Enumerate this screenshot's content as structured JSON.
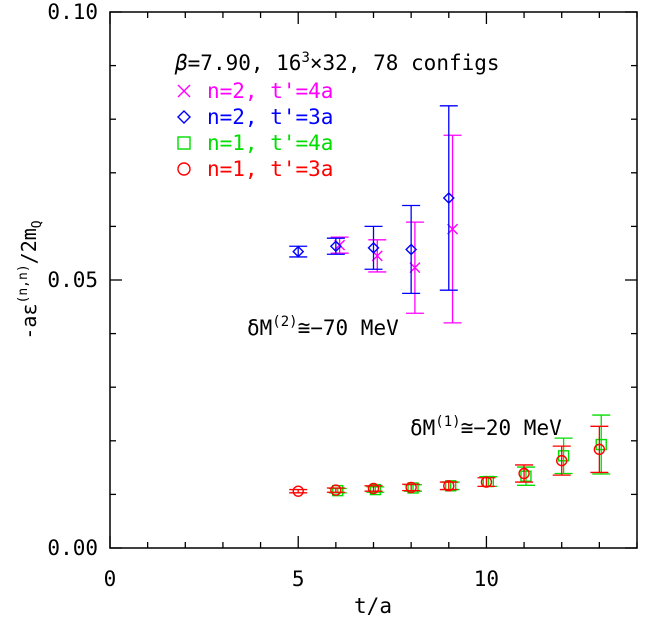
{
  "chart_data": {
    "type": "scatter",
    "title": "",
    "xlabel": "t/a",
    "ylabel_parts": {
      "base": "-aε",
      "sup": "(n,n)",
      "mid": "/2m",
      "sub": "Q"
    },
    "xlim": [
      0,
      14
    ],
    "ylim": [
      0.0,
      0.1
    ],
    "x_ticks": [
      0,
      5,
      10
    ],
    "y_ticks": [
      "0.00",
      "0.05",
      "0.10"
    ],
    "grid": false,
    "legend_position": "top-left",
    "legend_header_parts": {
      "beta": "β",
      "text1": "=7.90, 16",
      "sup": "3",
      "text2": "×32, 78 configs"
    },
    "series": [
      {
        "name": "n=2, t'=4a",
        "marker": "cross",
        "color": "#ff00ff",
        "points": [
          [
            6.1,
            0.0565,
            0.0015
          ],
          [
            7.1,
            0.0545,
            0.003
          ],
          [
            8.1,
            0.0523,
            0.0085
          ],
          [
            9.1,
            0.0595,
            0.0175
          ]
        ]
      },
      {
        "name": "n=2, t'=3a",
        "marker": "diamond",
        "color": "#0000ff",
        "points": [
          [
            5.0,
            0.0553,
            0.001
          ],
          [
            6.0,
            0.0563,
            0.0015
          ],
          [
            7.0,
            0.056,
            0.004
          ],
          [
            8.0,
            0.0557,
            0.0082
          ],
          [
            9.0,
            0.0653,
            0.0172
          ]
        ]
      },
      {
        "name": "n=1, t'=4a",
        "marker": "square",
        "color": "#00dd00",
        "points": [
          [
            6.05,
            0.0107,
            0.0004
          ],
          [
            7.05,
            0.0109,
            0.0005
          ],
          [
            8.05,
            0.0112,
            0.0006
          ],
          [
            9.05,
            0.0116,
            0.0007
          ],
          [
            10.05,
            0.0124,
            0.0009
          ],
          [
            11.05,
            0.0134,
            0.0017
          ],
          [
            12.05,
            0.0172,
            0.0033
          ],
          [
            13.05,
            0.0193,
            0.0055
          ]
        ]
      },
      {
        "name": "n=1, t'=3a",
        "marker": "circle",
        "color": "#ff0000",
        "points": [
          [
            5.0,
            0.0106,
            0.0003
          ],
          [
            6.0,
            0.0108,
            0.0004
          ],
          [
            7.0,
            0.0111,
            0.0005
          ],
          [
            8.0,
            0.0113,
            0.0006
          ],
          [
            9.0,
            0.0116,
            0.0007
          ],
          [
            10.0,
            0.0123,
            0.0008
          ],
          [
            11.0,
            0.0139,
            0.0016
          ],
          [
            12.0,
            0.0163,
            0.0027
          ],
          [
            13.0,
            0.0184,
            0.0043
          ]
        ]
      }
    ],
    "annotations": [
      {
        "base": "δM",
        "sup": "(2)",
        "text": "≅−70 MeV"
      },
      {
        "base": "δM",
        "sup": "(1)",
        "text": "≅−20 MeV"
      }
    ]
  }
}
